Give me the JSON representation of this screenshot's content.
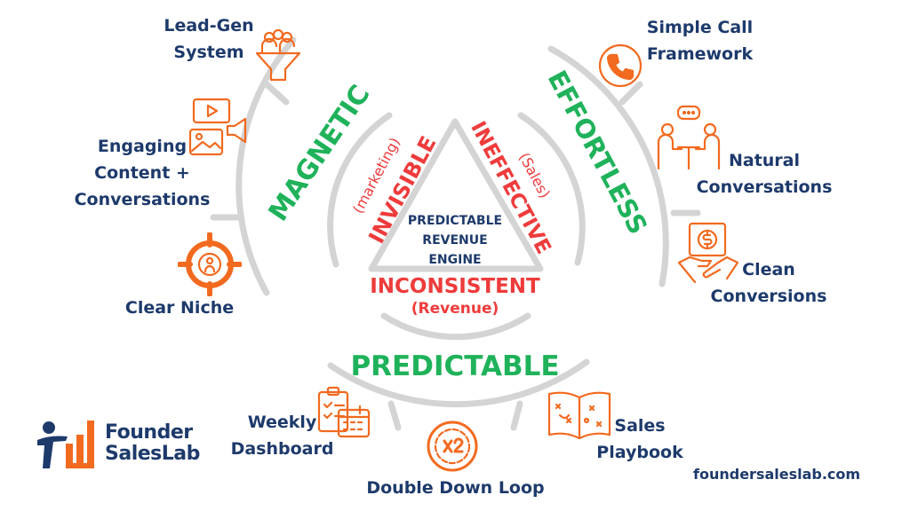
{
  "center": {
    "title_lines": [
      "PREDICTABLE",
      "REVENUE",
      "ENGINE"
    ]
  },
  "problems": {
    "left": {
      "main": "INVISIBLE",
      "sub": "(marketing)"
    },
    "right": {
      "main": "INEFFECTIVE",
      "sub": "(Sales)"
    },
    "bottom": {
      "main": "INCONSISTENT",
      "sub": "(Revenue)"
    }
  },
  "pillars": {
    "left": "MAGNETIC",
    "right": "EFFORTLESS",
    "bottom": "PREDICTABLE"
  },
  "items": {
    "lead_gen": [
      "Lead-Gen",
      "System"
    ],
    "engaging": [
      "Engaging",
      "Content +",
      "Conversations"
    ],
    "niche": [
      "Clear Niche"
    ],
    "call": [
      "Simple Call",
      "Framework"
    ],
    "natural": [
      "Natural",
      "Conversations"
    ],
    "clean": [
      "Clean",
      "Conversions"
    ],
    "weekly": [
      "Weekly",
      "Dashboard"
    ],
    "loop": [
      "Double Down Loop"
    ],
    "playbook": [
      "Sales",
      "Playbook"
    ]
  },
  "logo": {
    "line1": "Founder",
    "line2": "SalesLab"
  },
  "website": "foundersaleslab.com",
  "colors": {
    "navy": "#1d3a6b",
    "green": "#1fb25a",
    "red": "#ee3b3b",
    "orange": "#f26a1f",
    "gray": "#d0d0d0"
  }
}
